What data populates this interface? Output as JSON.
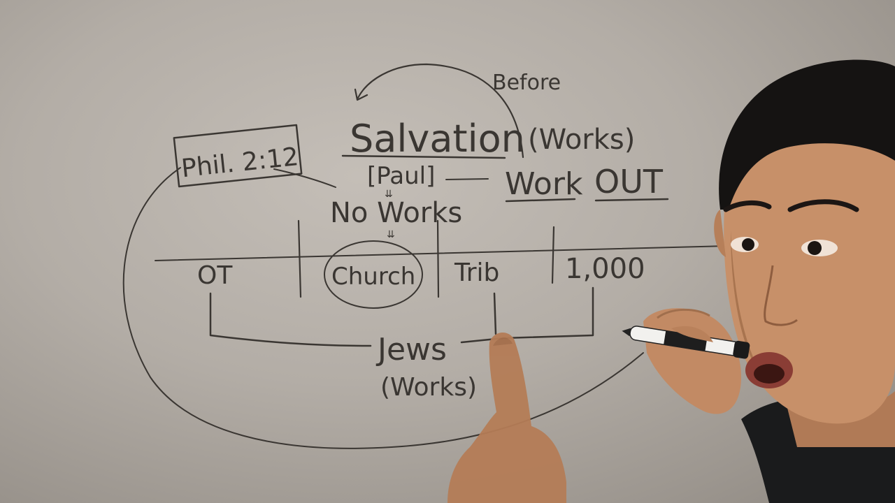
{
  "whiteboard": {
    "title": "Salvation",
    "title_note": "(Works)",
    "before": "Before",
    "paul": "[Paul]",
    "work": "Work",
    "out": "OUT",
    "verse": "Phil. 2:12",
    "no_works": "No Works",
    "timeline": {
      "ot": "OT",
      "church": "Church",
      "trib": "Trib",
      "millennium": "1,000"
    },
    "jews": "Jews",
    "jews_note": "(Works)"
  }
}
